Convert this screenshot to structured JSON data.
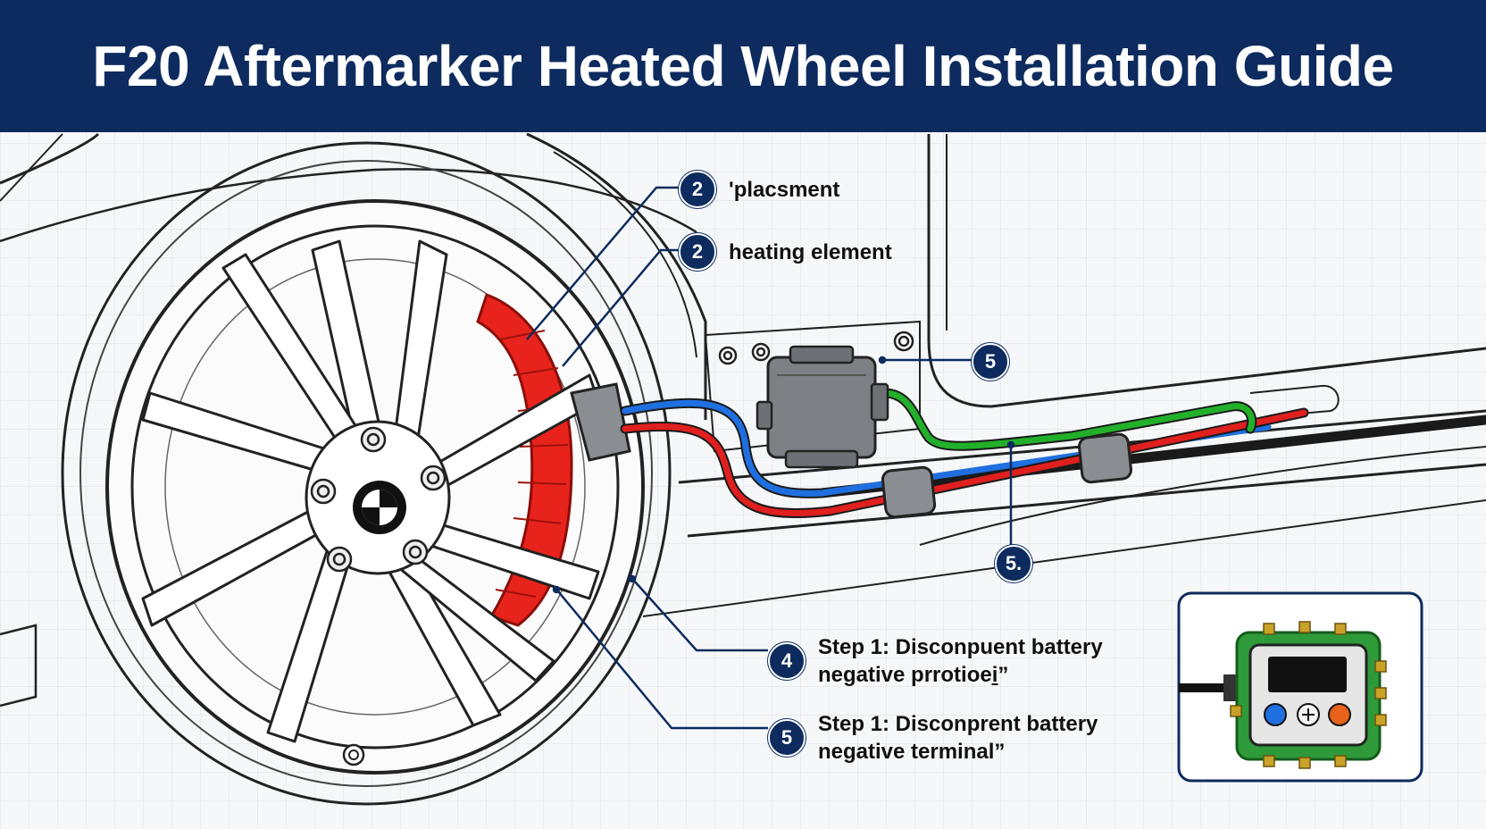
{
  "title": "F20 Aftermarker Heated Wheel Installation Guide",
  "callouts": {
    "placement": {
      "number": "2",
      "label": "'placsment"
    },
    "heating_element": {
      "number": "2",
      "label": "heating element"
    },
    "module": {
      "number": "5"
    },
    "wire_junction": {
      "number": "5."
    },
    "step_a": {
      "number": "4",
      "line1": "Step 1: Disconpuent battery",
      "line2": "negative prrotioei̱”"
    },
    "step_b": {
      "number": "5",
      "line1": "Step 1: Disconprent battery",
      "line2": "negative terminal”"
    }
  },
  "colors": {
    "header": "#0d2b5e",
    "brake_caliper": "#e8231b",
    "wire_blue": "#1f6fe0",
    "wire_red": "#e01f1f",
    "wire_green": "#22b02a",
    "controller_board": "#2e9a3a"
  },
  "icons": {
    "wheel": "alloy-wheel-icon",
    "logo": "bmw-roundel-icon",
    "module": "control-module-icon",
    "controller": "controller-unit-icon"
  }
}
